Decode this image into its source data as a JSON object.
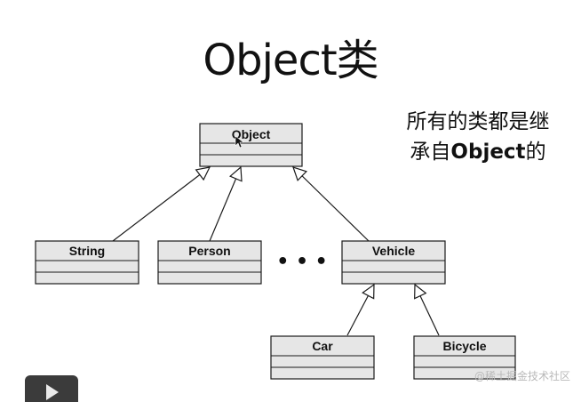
{
  "title": "Object类",
  "note": {
    "line1": "所有的类都是继",
    "line2_prefix": "承自",
    "line2_bold": "Object",
    "line2_suffix": "的"
  },
  "classes": {
    "object": "Object",
    "string": "String",
    "person": "Person",
    "vehicle": "Vehicle",
    "car": "Car",
    "bicycle": "Bicycle"
  },
  "ellipsis": "• • •",
  "colors": {
    "box_fill": "#e6e6e6",
    "stroke": "#1a1a1a"
  },
  "icons": {
    "play": "play-icon",
    "cursor": "mouse-cursor-icon"
  },
  "watermark": "@稀土掘金技术社区"
}
